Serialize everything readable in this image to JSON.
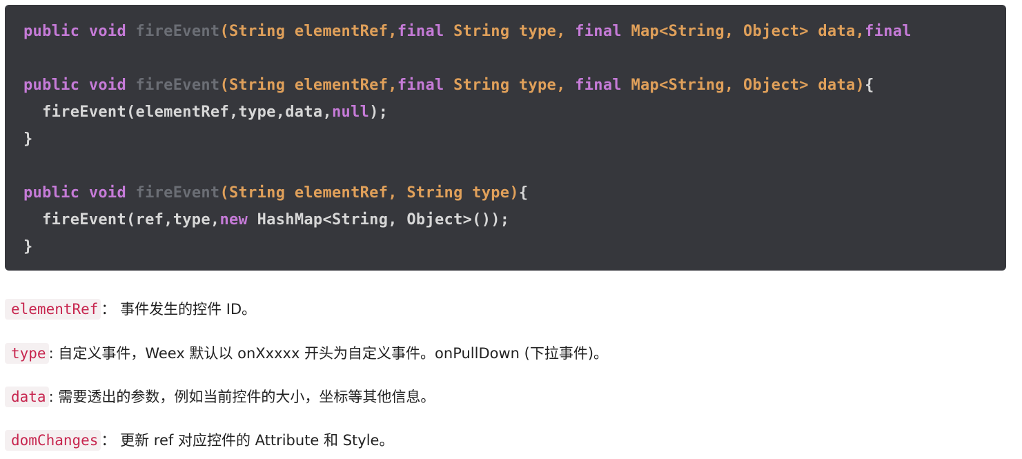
{
  "code": {
    "line1": {
      "kw1": "public void ",
      "fn": "fireEvent",
      "ty": "(String elementRef,",
      "kw2": "final",
      "ty2": " String type, ",
      "kw3": "final",
      "ty3": " Map<String, Object> data,",
      "kw4": "final"
    },
    "line2": {
      "kw1": "public void ",
      "fn": "fireEvent",
      "ty": "(String elementRef,",
      "kw2": "final",
      "ty2": " String type, ",
      "kw3": "final",
      "ty3": " Map<String, Object> data)",
      "pl": "{"
    },
    "line3": {
      "pl1": "  fireEvent(elementRef,type,data,",
      "kw": "null",
      "pl2": ");"
    },
    "line4": {
      "pl": "}"
    },
    "line5": {
      "kw1": "public void ",
      "fn": "fireEvent",
      "ty": "(String elementRef, String type)",
      "pl": "{"
    },
    "line6": {
      "pl1": "  fireEvent(ref,type,",
      "kw": "new",
      "pl2": " HashMap<String, Object>());"
    },
    "line7": {
      "pl": "}"
    }
  },
  "params": [
    {
      "name": "elementRef",
      "desc": "： 事件发生的控件 ID。"
    },
    {
      "name": "type",
      "desc": ": 自定义事件，Weex 默认以 onXxxxx 开头为自定义事件。onPullDown (下拉事件)。"
    },
    {
      "name": "data",
      "desc": ": 需要透出的参数，例如当前控件的大小，坐标等其他信息。"
    },
    {
      "name": "domChanges",
      "desc": "： 更新 ref 对应控件的 Attribute 和 Style。"
    }
  ]
}
